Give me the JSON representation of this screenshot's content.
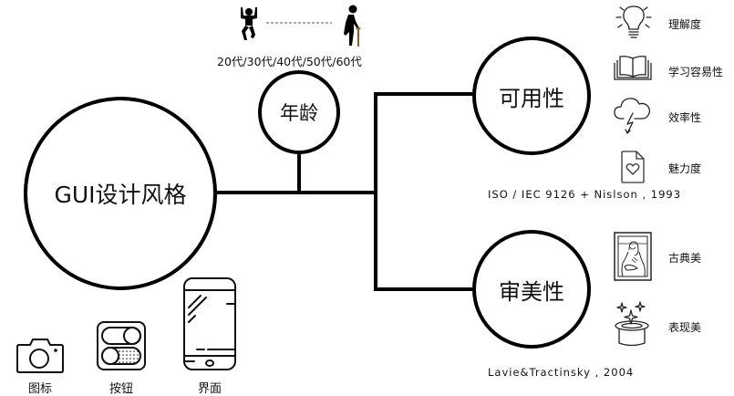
{
  "diagram": {
    "title": "GUI设计风格",
    "main_node": {
      "label": "GUI设计风格"
    },
    "age_node": {
      "label": "年龄",
      "range_label": "20代/30代/40代/50代/60代",
      "icons": [
        "young-person-icon",
        "elderly-person-icon"
      ]
    },
    "branches": [
      {
        "label": "可用性",
        "citation": "ISO / IEC 9126  +  Nislson , 1993",
        "items": [
          {
            "icon": "lightbulb-icon",
            "label": "理解度"
          },
          {
            "icon": "open-book-icon",
            "label": "学习容易性"
          },
          {
            "icon": "lightning-cloud-icon",
            "label": "效率性"
          },
          {
            "icon": "heart-document-icon",
            "label": "魅力度"
          }
        ]
      },
      {
        "label": "审美性",
        "citation": "Lavie&Tractinsky , 2004",
        "items": [
          {
            "icon": "mona-lisa-frame-icon",
            "label": "古典美"
          },
          {
            "icon": "magic-hat-icon",
            "label": "表现美"
          }
        ]
      }
    ],
    "gui_elements": [
      {
        "icon": "camera-icon",
        "label": "图标"
      },
      {
        "icon": "toggle-switch-icon",
        "label": "按钮"
      },
      {
        "icon": "smartphone-icon",
        "label": "界面"
      }
    ]
  }
}
